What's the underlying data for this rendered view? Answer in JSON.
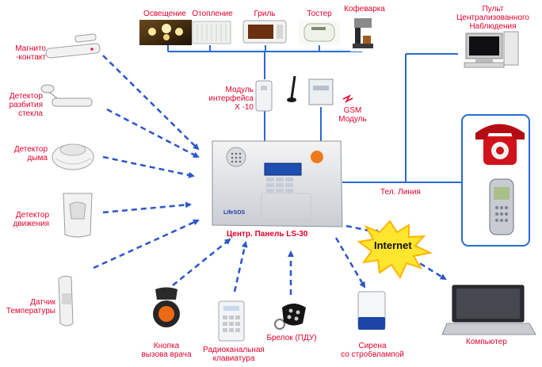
{
  "labels": {
    "lighting": "Освещение",
    "heating": "Отопление",
    "grill": "Гриль",
    "toaster": "Тостер",
    "coffee_maker": "Кофеварка",
    "monitoring_station": "Пульт\nЦентрализованного\nНаблюдения",
    "magnetic_contact": "Магнито\n-контакт",
    "glass_break_detector": "Детектор\nразбития\nстекла",
    "smoke_detector": "Детектор\nдыма",
    "motion_detector": "Детектор\nдвижения",
    "temperature_sensor": "Датчик\nТемпературы",
    "x10_module": "Модуль\nинтерфейса\nX -10",
    "gsm_module": "GSM\nМодуль",
    "phone_line": "Тел. Линия",
    "central_panel": "Центр. Панель LS-30",
    "internet": "Internet",
    "computer": "Компьютер",
    "panic_button": "Кнопка\nвызова врача",
    "radio_keypad": "Радиоканальная\nклавиатура",
    "keyfob": "Брелок (ПДУ)",
    "siren": "Сирена\nсо стробвлампой",
    "panel_brand": "LifeSOS"
  },
  "colors": {
    "label_red": "#e4002b",
    "arrow_blue": "#2a55c9",
    "line_blue": "#2a6ad1",
    "internet_burst": "#ffe62e"
  },
  "icons": {
    "central_panel": "alarm-panel-icon",
    "phone": "red-telephone-icon",
    "mobile": "mobile-phone-icon",
    "computer": "laptop-icon",
    "siren": "siren-icon"
  }
}
